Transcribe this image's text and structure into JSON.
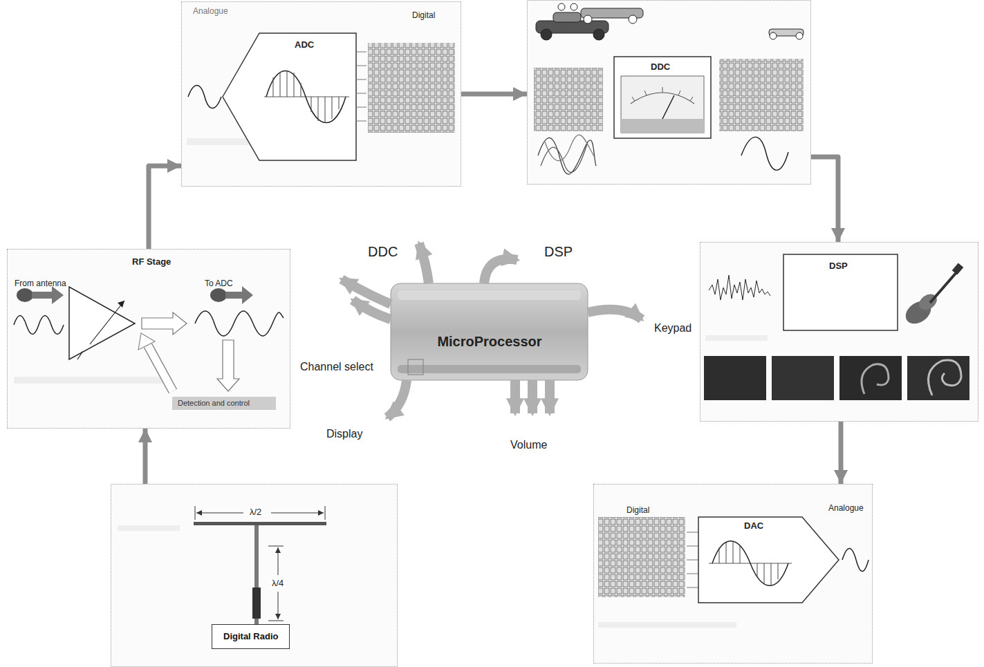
{
  "diagram": {
    "nodes": [
      {
        "text": [
          "Analogue",
          "ADC",
          "Digital"
        ]
      },
      {
        "text": [
          "DDC"
        ]
      },
      {
        "text": [
          "RF Stage",
          "From antenna",
          "To ADC"
        ]
      },
      {
        "text": [
          "Detection and control"
        ],
        "in": 2
      },
      {
        "text": [
          "MicroProcessor"
        ]
      },
      {
        "text": [
          "DSP"
        ]
      },
      {
        "text": [
          "Digital Radio"
        ]
      },
      {
        "text": [
          "Digital",
          "DAC",
          "Analogue"
        ]
      }
    ],
    "edges": [
      {
        "from": 6,
        "to": 2,
        "arrow": "to"
      },
      {
        "from": 2,
        "to": 0,
        "arrow": "to"
      },
      {
        "from": 0,
        "to": 1,
        "arrow": "to"
      },
      {
        "from": 1,
        "to": 5,
        "arrow": "to"
      },
      {
        "from": 5,
        "to": 7,
        "arrow": "to"
      }
    ],
    "labels": [
      "λ/2",
      "λ/4",
      "DDC",
      "DSP",
      "Channel select",
      "Keypad",
      "Display",
      "Volume"
    ]
  }
}
